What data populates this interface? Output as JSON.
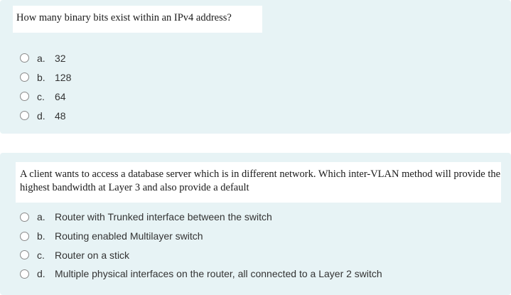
{
  "questions": [
    {
      "text": "How many binary bits exist within an IPv4 address?",
      "options": [
        {
          "letter": "a.",
          "text": "32"
        },
        {
          "letter": "b.",
          "text": "128"
        },
        {
          "letter": "c.",
          "text": "64"
        },
        {
          "letter": "d.",
          "text": "48"
        }
      ]
    },
    {
      "text": "A client wants to access a database server which is in different network. Which inter-VLAN method will provide the highest bandwidth at Layer 3 and also provide a default",
      "options": [
        {
          "letter": "a.",
          "text": "Router with Trunked interface between the switch"
        },
        {
          "letter": "b.",
          "text": "Routing enabled Multilayer switch"
        },
        {
          "letter": "c.",
          "text": "Router on a stick"
        },
        {
          "letter": "d.",
          "text": "Multiple physical interfaces on the router, all connected to a Layer 2 switch"
        }
      ]
    }
  ],
  "colors": {
    "panel_bg": "#e7f3f5",
    "question_box_bg": "#ffffff",
    "radio_border": "#8a8a8a"
  }
}
